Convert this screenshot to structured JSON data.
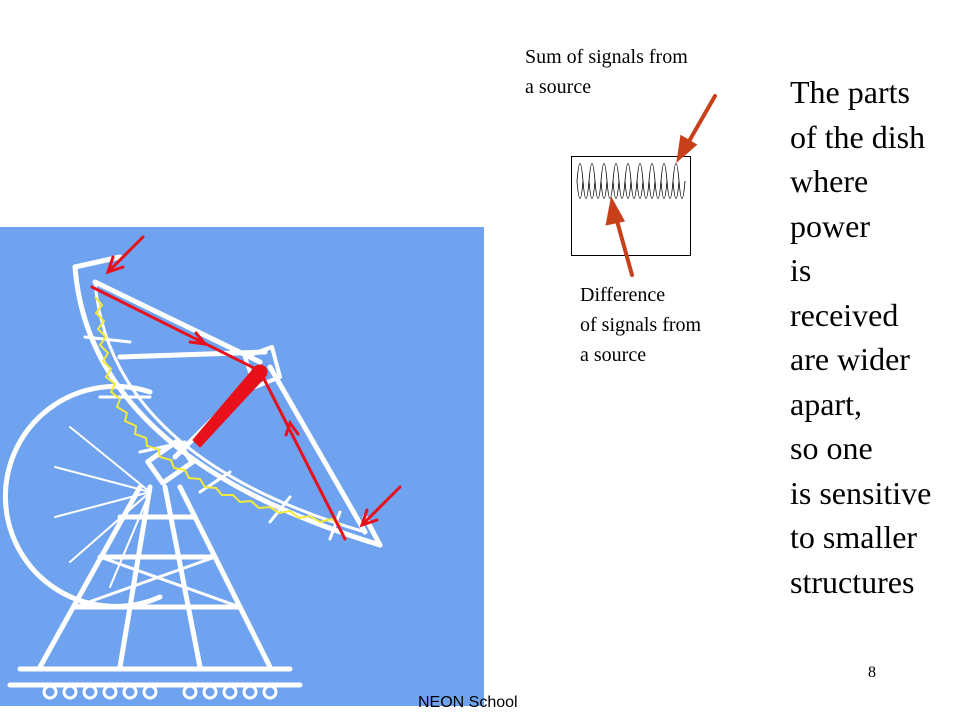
{
  "slide": {
    "sum_label": "Sum of signals from\na source",
    "difference_label": "Difference\nof signals from\na source",
    "main_text": "The parts\nof the dish\nwhere\npower\nis\nreceived\nare wider\napart,\nso one\nis sensitive\nto smaller\nstructures",
    "page_number": "8",
    "footer": "NEON School"
  },
  "colors": {
    "panel_background": "#6fa3f0",
    "structure": "#ffffff",
    "ray": "#e8101a",
    "pointer_arrow": "#c8401a",
    "reflector_edge": "#f2e93a"
  },
  "icons": [
    "radio-telescope-illustration",
    "signal-waveform",
    "arrow-icon"
  ]
}
